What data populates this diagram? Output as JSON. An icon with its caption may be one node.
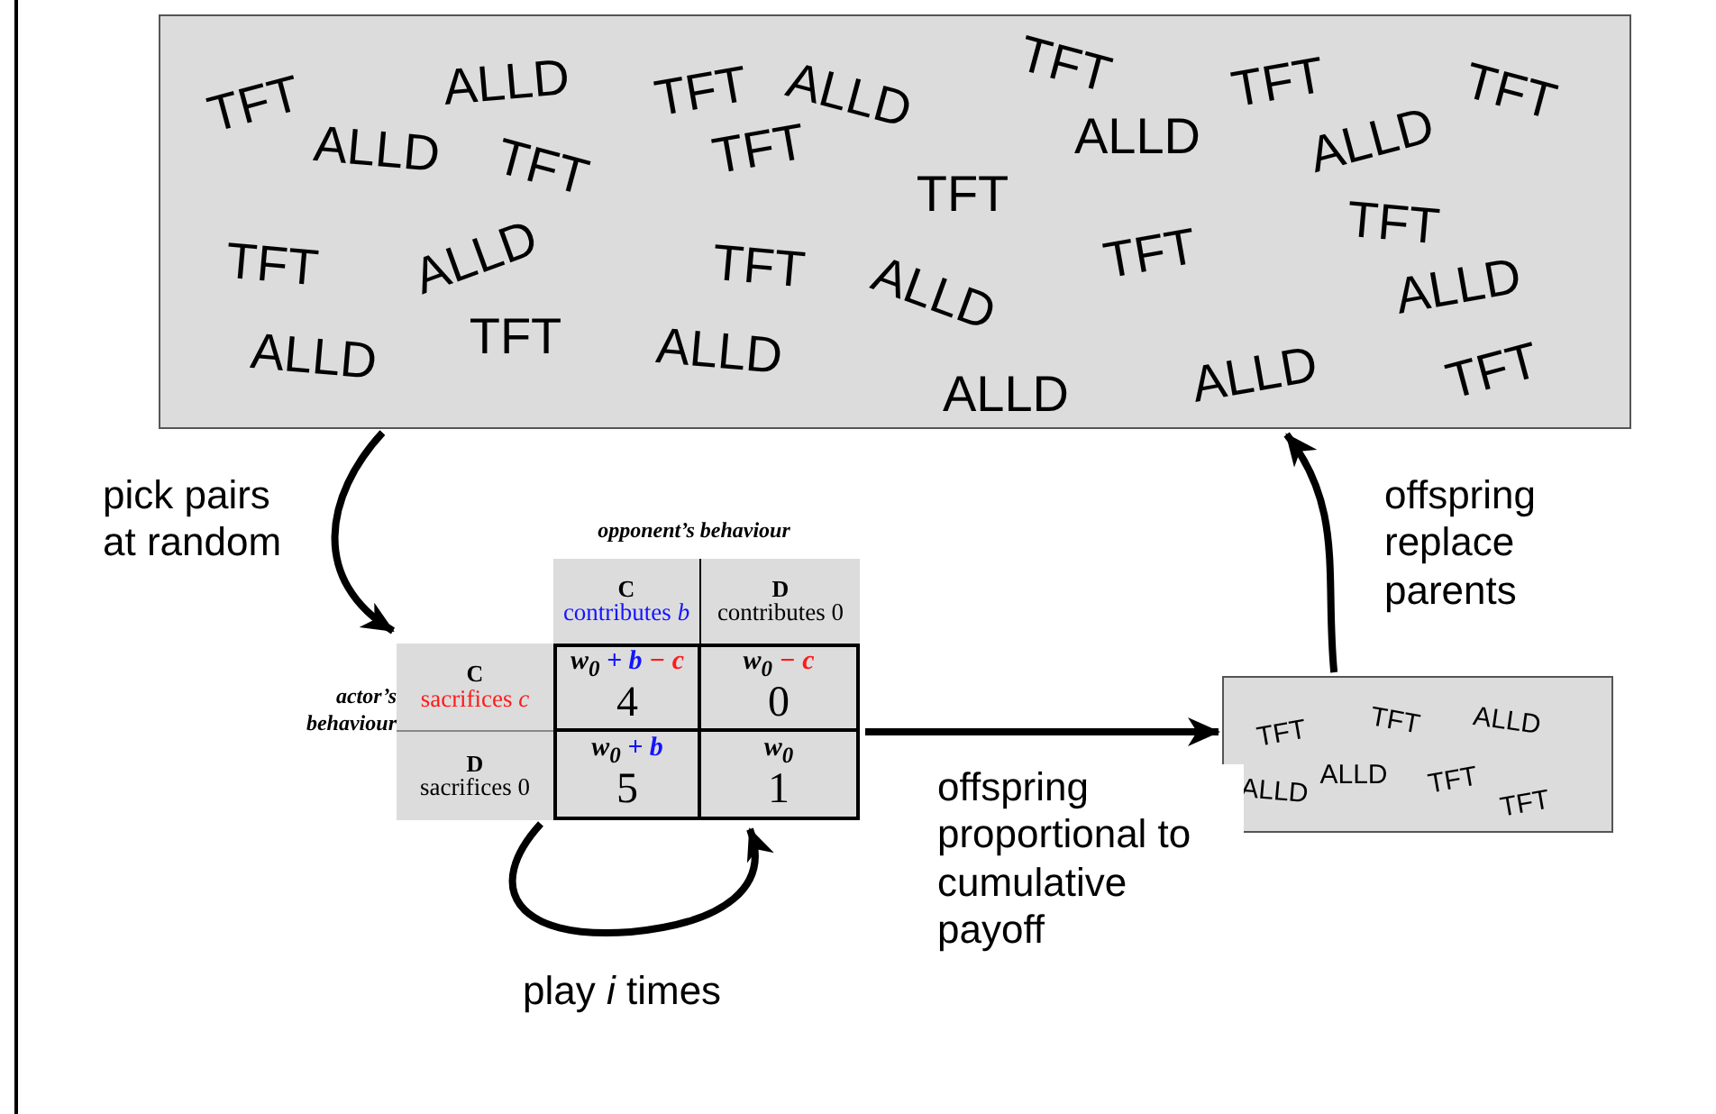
{
  "diagram": {
    "nodes": [
      {
        "text": [
          "TFT",
          "ALLD",
          "ALLD",
          "TFT",
          "TFT",
          "ALLD",
          "TFT",
          "TFT",
          "TFT",
          "ALLD",
          "ALLD",
          "TFT",
          "TFT",
          "TFT",
          "ALLD",
          "TFT",
          "ALLD",
          "TFT",
          "TFT",
          "ALLD",
          "ALLD",
          "TFT",
          "ALLD",
          "ALLD",
          "ALLD",
          "TFT"
        ]
      },
      {
        "text": [],
        "shape": "box"
      },
      {
        "text": [
          "C",
          "contributes *b*"
        ],
        "in": 1
      },
      {
        "text": [
          "D",
          "contributes 0"
        ],
        "in": 1
      },
      {
        "text": [
          "C",
          "sacrifices *c*"
        ],
        "in": 1
      },
      {
        "text": [
          "D",
          "sacrifices 0"
        ],
        "in": 1
      },
      {
        "text": [
          "*w*$_{0}$",
          "+ *b*",
          "− *c*",
          "4"
        ],
        "in": 1
      },
      {
        "text": [
          "*w*$_{0}$",
          "− *c*",
          "0"
        ],
        "in": 1
      },
      {
        "text": [
          "*w*$_{0}$",
          "+ *b*",
          "5"
        ],
        "in": 1
      },
      {
        "text": [
          "*w*$_{0}$",
          "1"
        ],
        "in": 1
      },
      {
        "text": [
          "TFT",
          "TFT",
          "ALLD",
          "ALLD",
          "ALLD",
          "TFT",
          "TFT"
        ]
      }
    ],
    "edges": [
      {
        "from": 0,
        "to": 1,
        "arrow": "to",
        "label": "pick pairs at random"
      },
      {
        "from": 5,
        "to": 9,
        "arrow": "to",
        "label": "play *i* times"
      },
      {
        "from": 1,
        "to": 10,
        "arrow": "to",
        "label": "offspring proportional to cumulative payoff"
      },
      {
        "from": 10,
        "to": 0,
        "arrow": "to",
        "label": "offspring replace parents"
      }
    ],
    "labels": [
      "opponent’s behaviour",
      "actor’s behaviour"
    ]
  }
}
